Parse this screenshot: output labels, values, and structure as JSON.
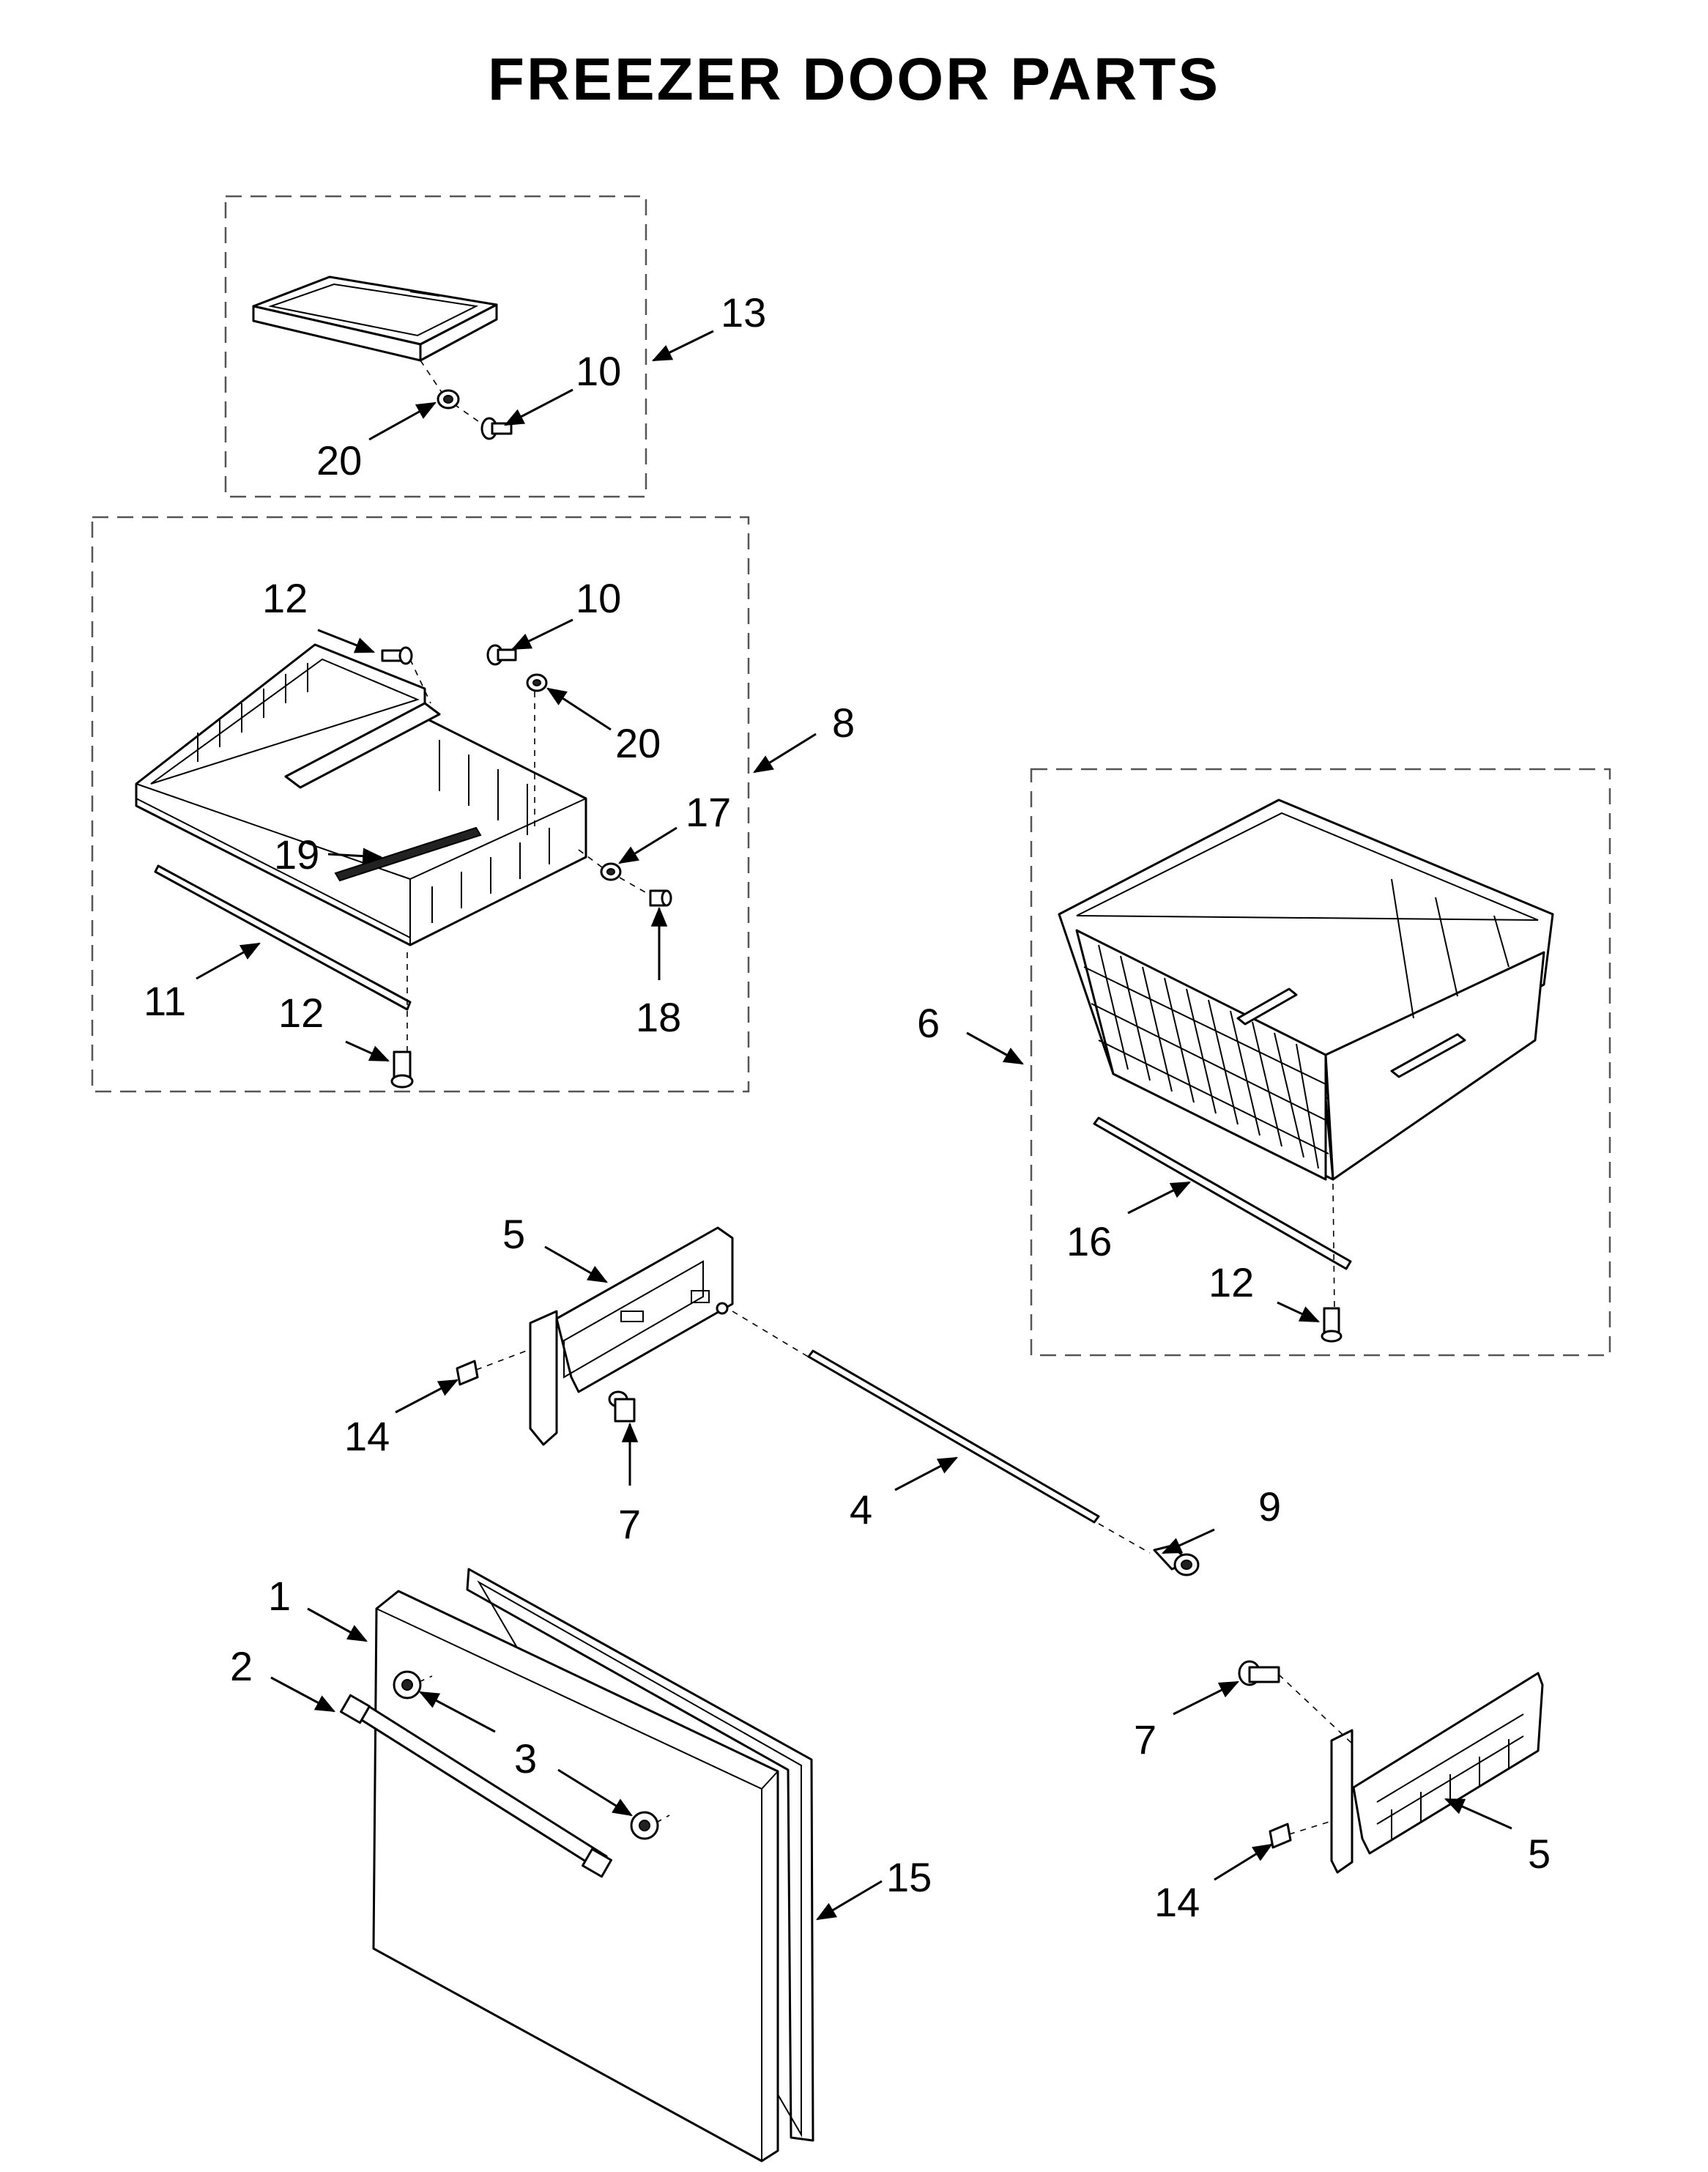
{
  "title": "FREEZER DOOR PARTS",
  "labels": {
    "c1": "1",
    "c2": "2",
    "c3": "3",
    "c4": "4",
    "c5a": "5",
    "c5b": "5",
    "c6": "6",
    "c7a": "7",
    "c7b": "7",
    "c8": "8",
    "c9": "9",
    "c10a": "10",
    "c10b": "10",
    "c11": "11",
    "c12a": "12",
    "c12b": "12",
    "c12c": "12",
    "c13": "13",
    "c14a": "14",
    "c14b": "14",
    "c15": "15",
    "c16": "16",
    "c17": "17",
    "c18": "18",
    "c19": "19",
    "c20a": "20",
    "c20b": "20"
  }
}
